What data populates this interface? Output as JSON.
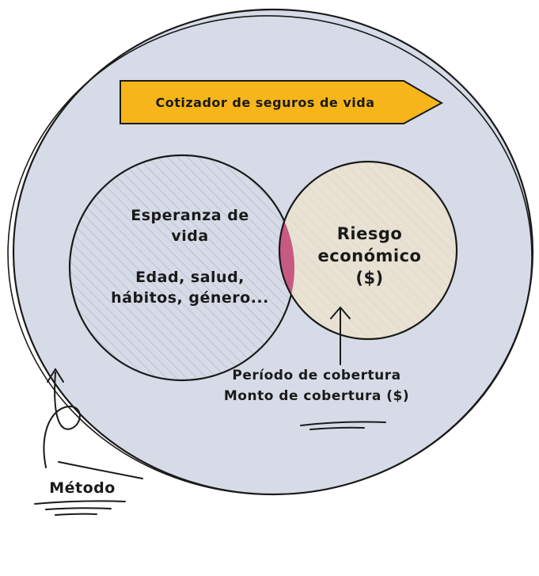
{
  "banner": {
    "label": "Cotizador de seguros de vida",
    "color": "#f6b51a"
  },
  "left_circle": {
    "title_line1": "Esperanza de",
    "title_line2": "vida",
    "detail_line1": "Edad, salud,",
    "detail_line2": "hábitos, género..."
  },
  "right_circle": {
    "title_line1": "Riesgo",
    "title_line2": "económico",
    "title_line3": "($)"
  },
  "coverage": {
    "line1": "Período de cobertura",
    "line2": "Monto de cobertura ($)"
  },
  "method": {
    "label": "Método"
  },
  "colors": {
    "outer_fill": "#d6dbe7",
    "overlap_fill": "#c75a82",
    "right_fill": "#ecdfc6",
    "stroke": "#1a1a1a"
  }
}
